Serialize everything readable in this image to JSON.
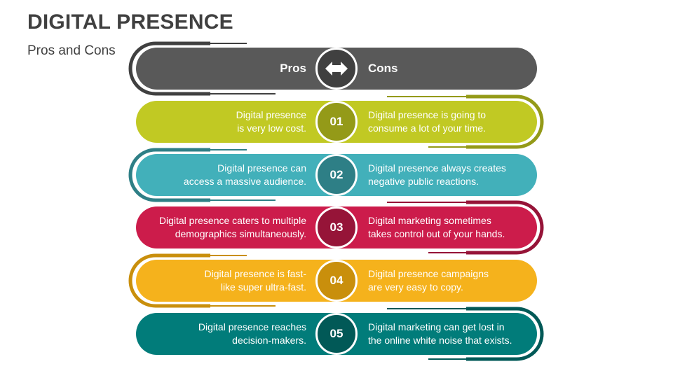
{
  "header": {
    "title": "DIGITAL PRESENCE",
    "subtitle": "Pros and Cons"
  },
  "table_header": {
    "pros_label": "Pros",
    "cons_label": "Cons",
    "icon": "left-right-arrow-icon",
    "color": "#595959",
    "circle_color": "#404040"
  },
  "rows": [
    {
      "number": "01",
      "pro": [
        "Digital presence",
        "is very low cost."
      ],
      "con": [
        "Digital presence is going to",
        "consume a lot of your time."
      ],
      "color": "#C1C923",
      "dark": "#949A18",
      "bracket_side": "right"
    },
    {
      "number": "02",
      "pro": [
        "Digital presence can",
        "access a massive audience."
      ],
      "con": [
        "Digital presence always creates",
        "negative public reactions."
      ],
      "color": "#42B0BA",
      "dark": "#2E7F86",
      "bracket_side": "left"
    },
    {
      "number": "03",
      "pro": [
        "Digital presence caters to multiple",
        "demographics simultaneously."
      ],
      "con": [
        "Digital marketing sometimes",
        "takes control out of your hands."
      ],
      "color": "#CC1C4B",
      "dark": "#961438",
      "bracket_side": "right"
    },
    {
      "number": "04",
      "pro": [
        "Digital presence is fast-",
        "like super ultra-fast."
      ],
      "con": [
        "Digital presence campaigns",
        "are very easy to copy."
      ],
      "color": "#F5B21C",
      "dark": "#C98F0C",
      "bracket_side": "left"
    },
    {
      "number": "05",
      "pro": [
        "Digital presence reaches",
        "decision-makers."
      ],
      "con": [
        "Digital marketing can get lost in",
        "the online white noise that exists."
      ],
      "color": "#017C7A",
      "dark": "#015957",
      "bracket_side": "right"
    }
  ]
}
